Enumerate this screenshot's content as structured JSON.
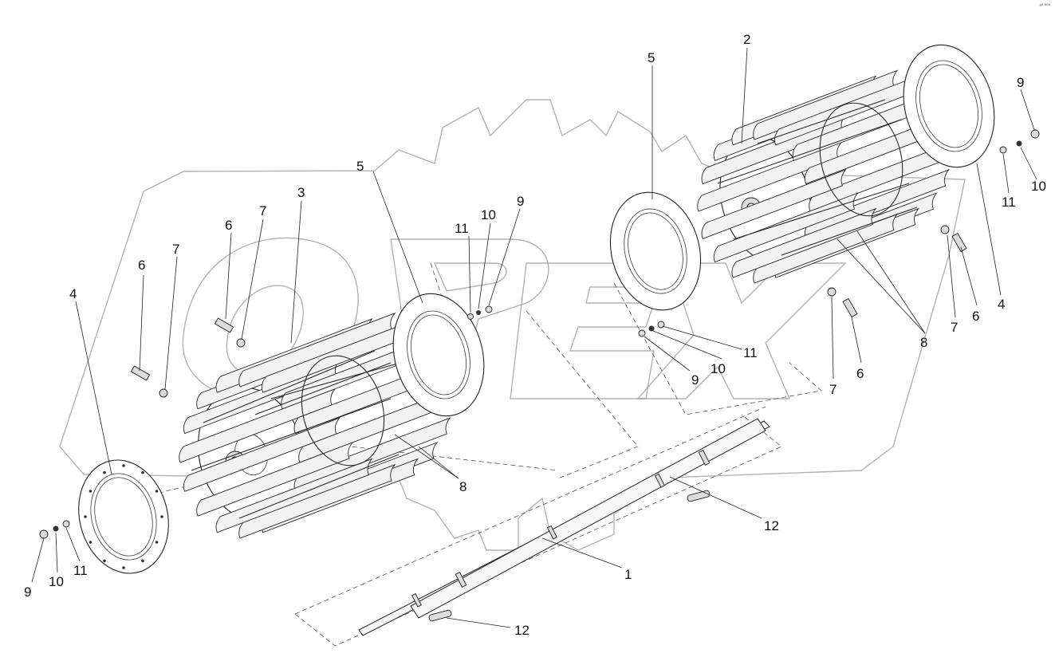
{
  "corner_mark": "ᵃ⁰ ⁰⁰⁰",
  "labels": {
    "l1": "1",
    "l2": "2",
    "l3": "3",
    "l4a": "4",
    "l4b": "4",
    "l5a": "5",
    "l5b": "5",
    "l6a": "6",
    "l6b": "6",
    "l6c": "6",
    "l6d": "6",
    "l7a": "7",
    "l7b": "7",
    "l7c": "7",
    "l7d": "7",
    "l8a": "8",
    "l8b": "8",
    "l9a": "9",
    "l9b": "9",
    "l9c": "9",
    "l9d": "9",
    "l10a": "10",
    "l10b": "10",
    "l10c": "10",
    "l10d": "10",
    "l11a": "11",
    "l11b": "11",
    "l11c": "11",
    "l11d": "11",
    "l12a": "12",
    "l12b": "12"
  },
  "colors": {
    "line": "#2a2a2a",
    "watermark": "#9a9a9a",
    "background": "#ffffff"
  }
}
